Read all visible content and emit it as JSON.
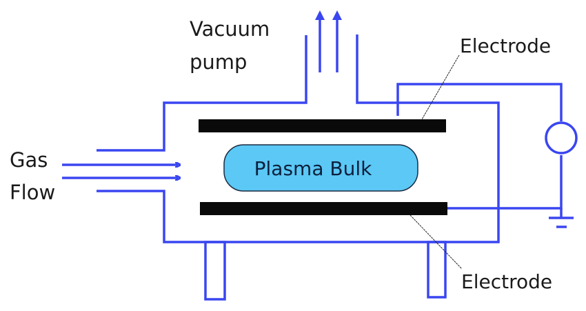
{
  "labels": {
    "vacuum_line1": "Vacuum",
    "vacuum_line2": "pump",
    "gas_line1": "Gas",
    "gas_line2": "Flow",
    "plasma": "Plasma Bulk",
    "electrode_top": "Electrode",
    "electrode_bottom": "Electrode"
  },
  "colors": {
    "wall": "#3a46f0",
    "electrode": "#0a0a0a",
    "plasma_fill": "#5bc8f5",
    "plasma_text": "#0d1f3c",
    "label_text": "#1a1a1a"
  }
}
